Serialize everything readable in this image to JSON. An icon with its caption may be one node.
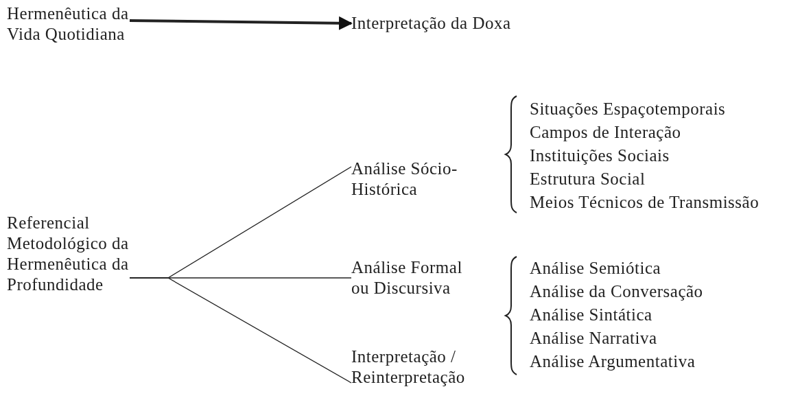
{
  "diagram": {
    "nodes": [
      {
        "text": [
          "Hermenêutica da Vida Quotidiana"
        ]
      },
      {
        "text": [
          "Interpretação da Doxa"
        ]
      },
      {
        "text": [
          "Referencial Metodológico da Hermenêutica da Profundidade"
        ]
      },
      {
        "text": [
          "Análise Sócio-Histórica"
        ]
      },
      {
        "text": [
          "Análise Formal ou Discursiva"
        ]
      },
      {
        "text": [
          "Interpretação / Reinterpretação"
        ]
      }
    ],
    "edges": [
      {
        "from": 0,
        "to": 1,
        "arrow": "to",
        "style": "thick"
      },
      {
        "from": 2,
        "to": 3,
        "arrow": "none"
      },
      {
        "from": 2,
        "to": 4,
        "arrow": "none"
      },
      {
        "from": 2,
        "to": 5,
        "arrow": "none"
      }
    ],
    "labels": [
      "Situações Espaçotemporais",
      "Campos de Interação",
      "Instituições Sociais",
      "Estrutura Social",
      "Meios Técnicos de Transmissão",
      "Análise Semiótica",
      "Análise da Conversação",
      "Análise Sintática",
      "Análise Narrativa",
      "Análise Argumentativa"
    ]
  }
}
